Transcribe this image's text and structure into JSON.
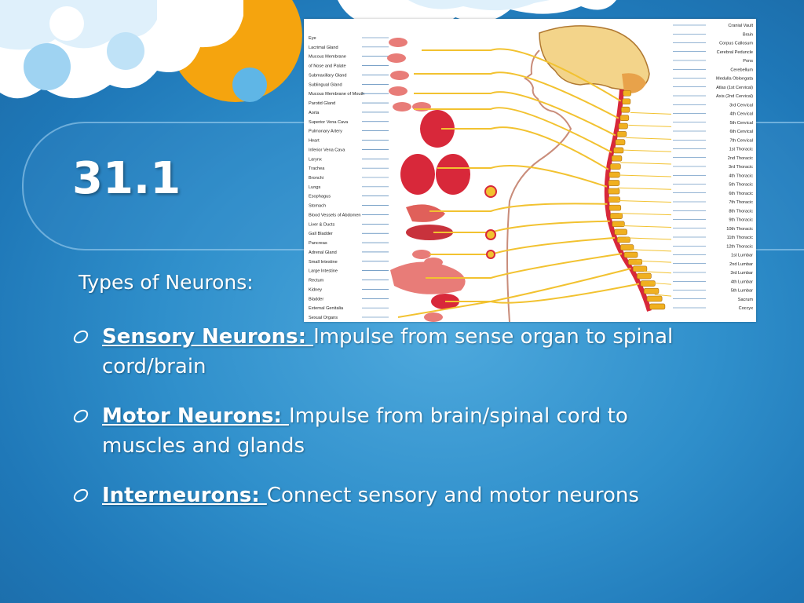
{
  "slide": {
    "title": "31.1",
    "subheading": "Types of Neurons:",
    "bullets": [
      {
        "term": "Sensory Neurons: ",
        "text": "Impulse from sense organ to spinal cord/brain"
      },
      {
        "term": "Motor Neurons: ",
        "text": "Impulse from brain/spinal cord to muscles and glands"
      },
      {
        "term": "Interneurons: ",
        "text": "Connect sensory and motor neurons"
      }
    ]
  },
  "figure": {
    "left_labels": [
      "Eye",
      "Lacrimal Gland",
      "Mucous Membrane",
      "of Nose and Palate",
      "Submaxillary Gland",
      "Sublingual Gland",
      "Mucous Membrane of Mouth",
      "Parotid Gland",
      "Aorta",
      "Superior Vena Cava",
      "Pulmonary Artery",
      "Heart",
      "Inferior Vena Cava",
      "Larynx",
      "Trachea",
      "Bronchi",
      "Lungs",
      "Esophagus",
      "Stomach",
      "Blood Vessels of Abdomen",
      "Liver & Ducts",
      "Gall Bladder",
      "Pancreas",
      "Adrenal Gland",
      "Small Intestine",
      "Large Intestine",
      "Rectum",
      "Kidney",
      "Bladder",
      "External Genitalia",
      "Sexual Organs"
    ],
    "right_labels": [
      "Cranial Vault",
      "Brain",
      "Corpus Callosum",
      "Cerebral Peduncle",
      "Pons",
      "Cerebellum",
      "Medulla Oblongata",
      "Atlas (1st Cervical)",
      "Axis (2nd Cervical)",
      "3rd Cervical",
      "4th Cervical",
      "5th Cervical",
      "6th Cervical",
      "7th Cervical",
      "1st Thoracic",
      "2nd Thoracic",
      "3rd Thoracic",
      "4th Thoracic",
      "5th Thoracic",
      "6th Thoracic",
      "7th Thoracic",
      "8th Thoracic",
      "9th Thoracic",
      "10th Thoracic",
      "11th Thoracic",
      "12th Thoracic",
      "1st Lumbar",
      "2nd Lumbar",
      "3rd Lumbar",
      "4th Lumbar",
      "5th Lumbar",
      "Sacrum",
      "Coccyx"
    ],
    "colors": {
      "nerve": "#f2c230",
      "organ": "#d8283a",
      "spine": "#f0b020",
      "label_line": "#2a6aa8"
    }
  },
  "theme": {
    "accent_orange": "#f5a40e",
    "cloud": "#ffffff",
    "background": "#2f8fcb"
  }
}
